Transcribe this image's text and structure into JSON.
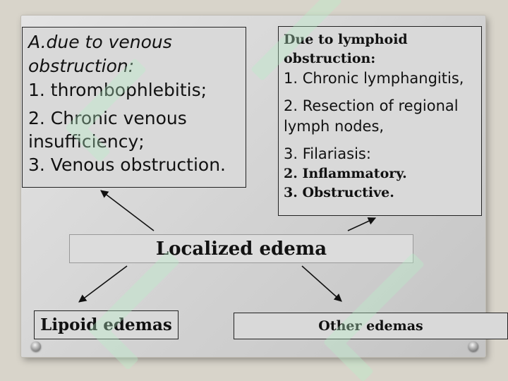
{
  "center": {
    "label": "Localized edema"
  },
  "venous": {
    "heading": "A.due to venous obstruction:",
    "items": [
      "1. thrombophlebitis;",
      "2. Chronic venous insufficiency;",
      "3. Venous obstruction."
    ]
  },
  "lymphoid": {
    "heading": "Due to lymphoid obstruction:",
    "items": [
      "1. Chronic lymphangitis,",
      "2. Resection of regional lymph nodes,",
      "3. Filariasis:"
    ],
    "subitems": [
      "2. Inflammatory.",
      "3. Obstructive."
    ]
  },
  "lipoid": {
    "label": "Lipoid edemas"
  },
  "other": {
    "label": "Other edemas"
  },
  "colors": {
    "watermark": "#b8f0c8",
    "text": "#111111",
    "arrow": "#111111"
  },
  "icons": [
    "screw-icon",
    "watermark-logo"
  ]
}
